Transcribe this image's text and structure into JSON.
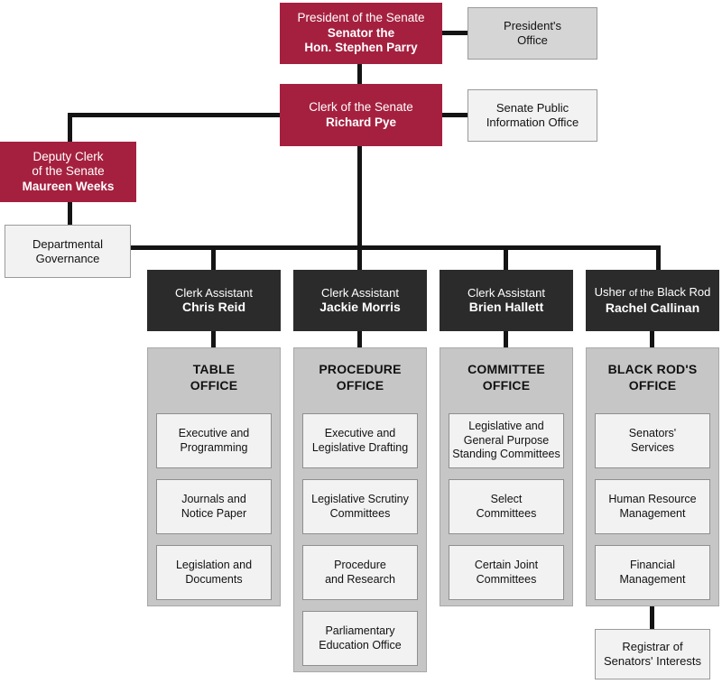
{
  "colors": {
    "crimson": "#A5203F",
    "dark": "#2B2B2B",
    "panel_grey": "#C6C6C6",
    "box_grey": "#D5D5D5",
    "box_light": "#F2F2F2",
    "line": "#141414",
    "text_light": "#FFFFFF",
    "text_dark": "#111111"
  },
  "nodes": {
    "president": {
      "title": "President of the Senate",
      "name_line1": "Senator the",
      "name_line2": "Hon. Stephen Parry"
    },
    "presidents_office": {
      "line1": "President's",
      "line2": "Office"
    },
    "clerk": {
      "title": "Clerk of the Senate",
      "name": "Richard Pye"
    },
    "public_info_office": {
      "line1": "Senate Public",
      "line2": "Information Office"
    },
    "deputy_clerk": {
      "title_line1": "Deputy Clerk",
      "title_line2": "of the Senate",
      "name": "Maureen Weeks"
    },
    "departmental_governance": {
      "line1": "Departmental",
      "line2": "Governance"
    }
  },
  "offices": [
    {
      "head_role": "Clerk Assistant",
      "head_name": "Chris Reid",
      "office_line1": "TABLE",
      "office_line2": "OFFICE",
      "units": [
        {
          "line1": "Executive and",
          "line2": "Programming"
        },
        {
          "line1": "Journals and",
          "line2": "Notice Paper"
        },
        {
          "line1": "Legislation and",
          "line2": "Documents"
        }
      ]
    },
    {
      "head_role": "Clerk Assistant",
      "head_name": "Jackie Morris",
      "office_line1": "PROCEDURE",
      "office_line2": "OFFICE",
      "units": [
        {
          "line1": "Executive and",
          "line2": "Legislative Drafting"
        },
        {
          "line1": "Legislative Scrutiny",
          "line2": "Committees"
        },
        {
          "line1": "Procedure",
          "line2": "and Research"
        },
        {
          "line1": "Parliamentary",
          "line2": "Education Office"
        }
      ]
    },
    {
      "head_role": "Clerk Assistant",
      "head_name": "Brien Hallett",
      "office_line1": "COMMITTEE",
      "office_line2": "OFFICE",
      "units": [
        {
          "line1": "Legislative and",
          "line2": "General Purpose",
          "line3": "Standing Committees"
        },
        {
          "line1": "Select",
          "line2": "Committees"
        },
        {
          "line1": "Certain Joint",
          "line2": "Committees"
        }
      ]
    },
    {
      "head_role_pre": "Usher",
      "head_role_mid": "of the",
      "head_role_post": "Black Rod",
      "head_name": "Rachel Callinan",
      "office_line1": "BLACK ROD'S",
      "office_line2": "OFFICE",
      "units": [
        {
          "line1": "Senators'",
          "line2": "Services"
        },
        {
          "line1": "Human Resource",
          "line2": "Management"
        },
        {
          "line1": "Financial",
          "line2": "Management"
        }
      ]
    }
  ],
  "registrar": {
    "line1": "Registrar of",
    "line2": "Senators' Interests"
  }
}
